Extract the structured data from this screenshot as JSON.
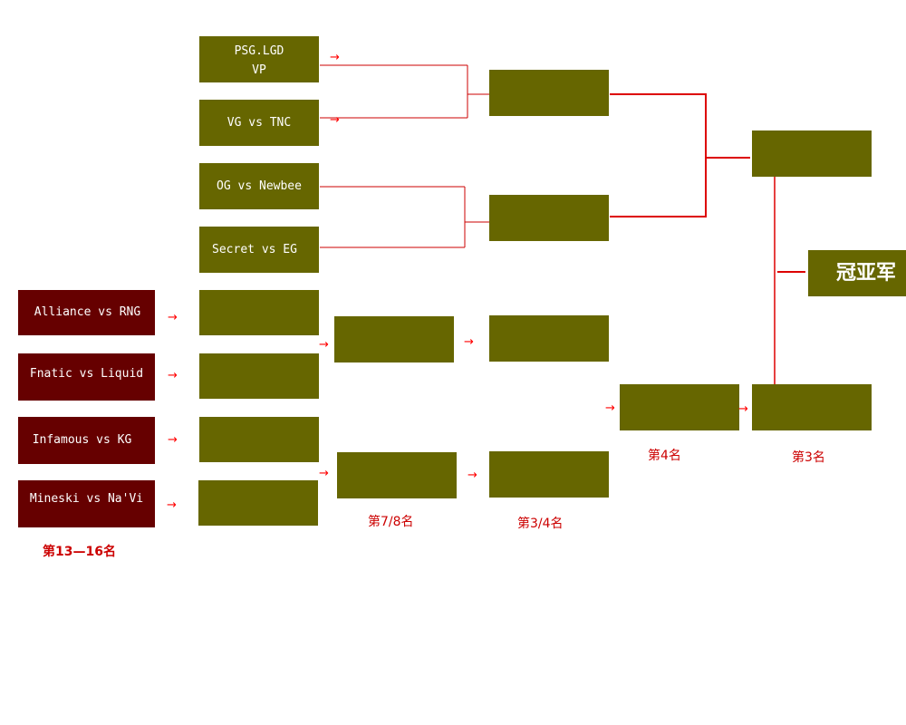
{
  "upper_round1": [
    {
      "line1": "PSG.LGD",
      "line2": "VP"
    },
    {
      "line1": "VG vs TNC",
      "line2": ""
    },
    {
      "line1": "OG vs Newbee",
      "line2": ""
    },
    {
      "line1": "Secret vs EG",
      "line2": ""
    }
  ],
  "lower_round1": [
    "Alliance vs RNG",
    "Fnatic vs Liquid",
    "Infamous vs KG",
    "Mineski vs Na'Vi"
  ],
  "champion_label": "冠亚军",
  "arrow_glyph": "→",
  "placement_labels": {
    "p13_16": "第13—16名",
    "p7_8": "第7/8名",
    "p3_4": "第3/4名",
    "p4": "第4名",
    "p3": "第3名"
  },
  "colors": {
    "winner_box": "#666600",
    "loser_box": "#660000",
    "connector": "#ff0000",
    "label": "#cc0000"
  }
}
